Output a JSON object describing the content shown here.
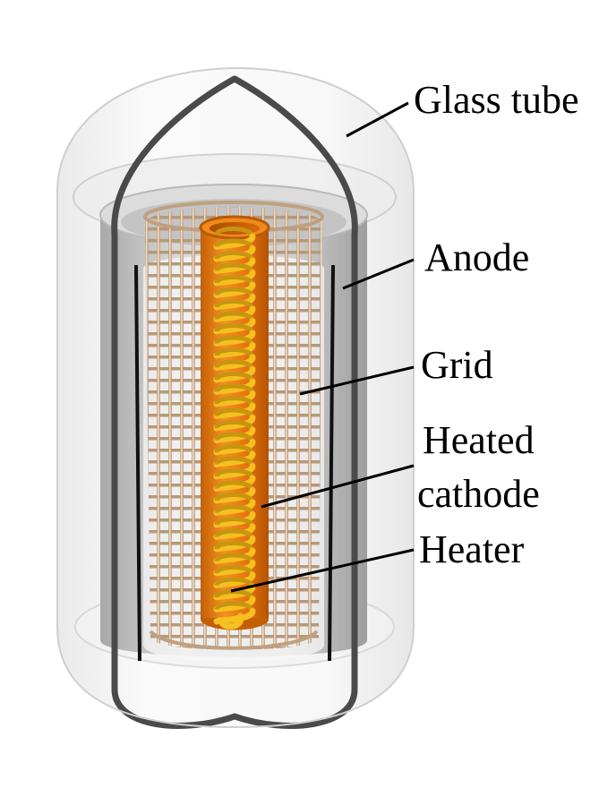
{
  "diagram": {
    "labels": [
      {
        "id": "glass-tube",
        "lines": [
          "Glass tube"
        ]
      },
      {
        "id": "anode",
        "lines": [
          "Anode"
        ]
      },
      {
        "id": "grid",
        "lines": [
          "Grid"
        ]
      },
      {
        "id": "heated-cathode",
        "lines": [
          "Heated",
          "cathode"
        ]
      },
      {
        "id": "heater",
        "lines": [
          "Heater"
        ]
      }
    ],
    "colors": {
      "glass": "#e8e8e8",
      "glass_outline": "#444444",
      "anode": "#cfcfcf",
      "anode_edge": "#111111",
      "grid": "#c8a888",
      "cathode": "#e8760f",
      "cathode_dark": "#b85a05",
      "heater": "#f5c020"
    }
  }
}
